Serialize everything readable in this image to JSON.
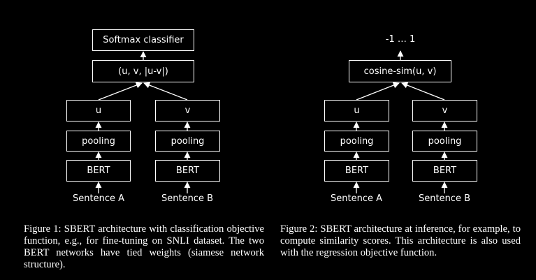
{
  "figure1": {
    "classifier_label": "Softmax classifier",
    "concat_label": "(u, v, |u-v|)",
    "left": {
      "output_label": "u",
      "pooling_label": "pooling",
      "encoder_label": "BERT",
      "input_label": "Sentence A"
    },
    "right": {
      "output_label": "v",
      "pooling_label": "pooling",
      "encoder_label": "BERT",
      "input_label": "Sentence B"
    },
    "caption": "Figure 1: SBERT architecture with classification objective function, e.g., for fine-tuning on SNLI dataset. The two BERT networks have tied weights (siamese network structure)."
  },
  "figure2": {
    "output_range_label": "-1 … 1",
    "similarity_label": "cosine-sim(u, v)",
    "left": {
      "output_label": "u",
      "pooling_label": "pooling",
      "encoder_label": "BERT",
      "input_label": "Sentence A"
    },
    "right": {
      "output_label": "v",
      "pooling_label": "pooling",
      "encoder_label": "BERT",
      "input_label": "Sentence B"
    },
    "caption": "Figure 2: SBERT architecture at inference, for example, to compute similarity scores. This architecture is also used with the regression objective function."
  },
  "colors": {
    "background": "#000000",
    "foreground": "#ffffff"
  }
}
